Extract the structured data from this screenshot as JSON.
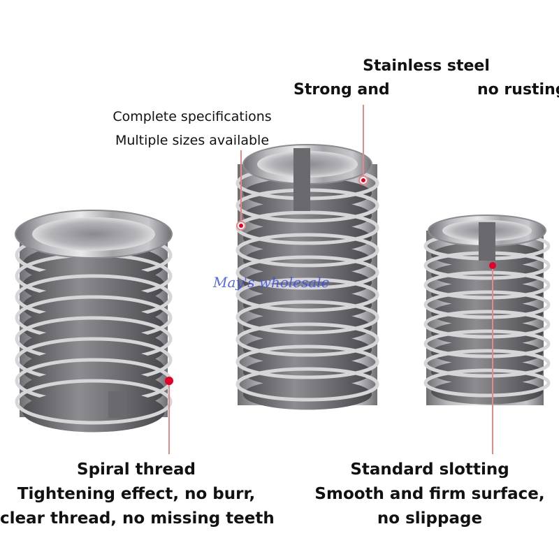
{
  "labels": {
    "stainless": {
      "line1": "Stainless steel",
      "line2a": "Strong and",
      "line2b": "no rusting"
    },
    "specs": {
      "line1": "Complete specifications",
      "line2": "Multiple sizes available"
    },
    "spiral": {
      "line1": "Spiral thread",
      "line2": "Tightening effect, no burr,",
      "line3": "clear thread, no missing teeth"
    },
    "slotting": {
      "line1": "Standard slotting",
      "line2": "Smooth and firm surface,",
      "line3": "no slippage"
    }
  },
  "watermark": "May's wholesale",
  "colors": {
    "background": "#ffffff",
    "metal": "#9a9a9e",
    "marker": "#e0002a",
    "callout_line": "#e08a8a",
    "watermark": "#3a4fe0"
  }
}
